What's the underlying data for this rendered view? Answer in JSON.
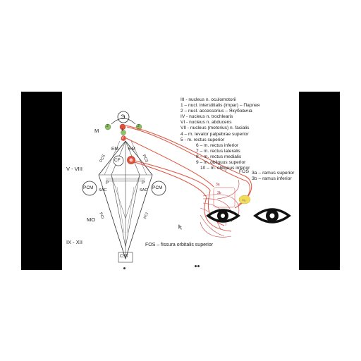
{
  "legend": {
    "lines": [
      "III - nucleus n. oculomotorii",
      "1  – nucl. interstitialis (impar) – Парлея",
      "2  – nucl. accessorius – Якубовича",
      "IV  - nucleus n. trochlearis",
      "VI  - nucleus n. abducens",
      "VII  - nucleus (motorius) n. facialis",
      "4  – m. levator palpebrae superior",
      "5 - m. rectus superior",
      "6  – m. rectus inferior",
      "7  – m. rectus lateralis",
      "8  – m. rectus medialis",
      "9  – m. obliguus superior",
      "10  – m. obliguus inferior"
    ]
  },
  "fos_legend": {
    "title": "FOS",
    "line1": "3a – ramus superior",
    "line2": "3b – ramus inferior"
  },
  "diagram": {
    "label_m": "M",
    "label_v_viii": "V - VIII",
    "label_mo": "MO",
    "label_ix_xii": "IX - XII",
    "label_em_left": "EM",
    "label_em_right": "EM",
    "label_cf": "CF",
    "label_pcm_left": "PCM",
    "label_pcm_right": "PCM",
    "label_pcs_left": "PCS",
    "label_pcs_right": "PCS",
    "label_p_left": "P",
    "label_p_right": "P",
    "label_sac_left": "SAC",
    "label_sac_right": "SAC",
    "label_pci_left": "PCI",
    "label_pci_right": "PCI",
    "label_cst": "CST",
    "label_e": "Э",
    "label_iv": "IV",
    "label_num_1": "1",
    "label_num_2_left": "2",
    "label_num_2_right": "2",
    "label_3a": "3a",
    "label_3b": "3b",
    "label_ga": "Gg"
  },
  "footer": {
    "fos_text": "FOS   – fissura orbitalis superior"
  },
  "colors": {
    "nerve_red": "#e0523e",
    "nucleus_green": "#8fbf6a",
    "ganglion_yellow": "#f2dc5a"
  }
}
